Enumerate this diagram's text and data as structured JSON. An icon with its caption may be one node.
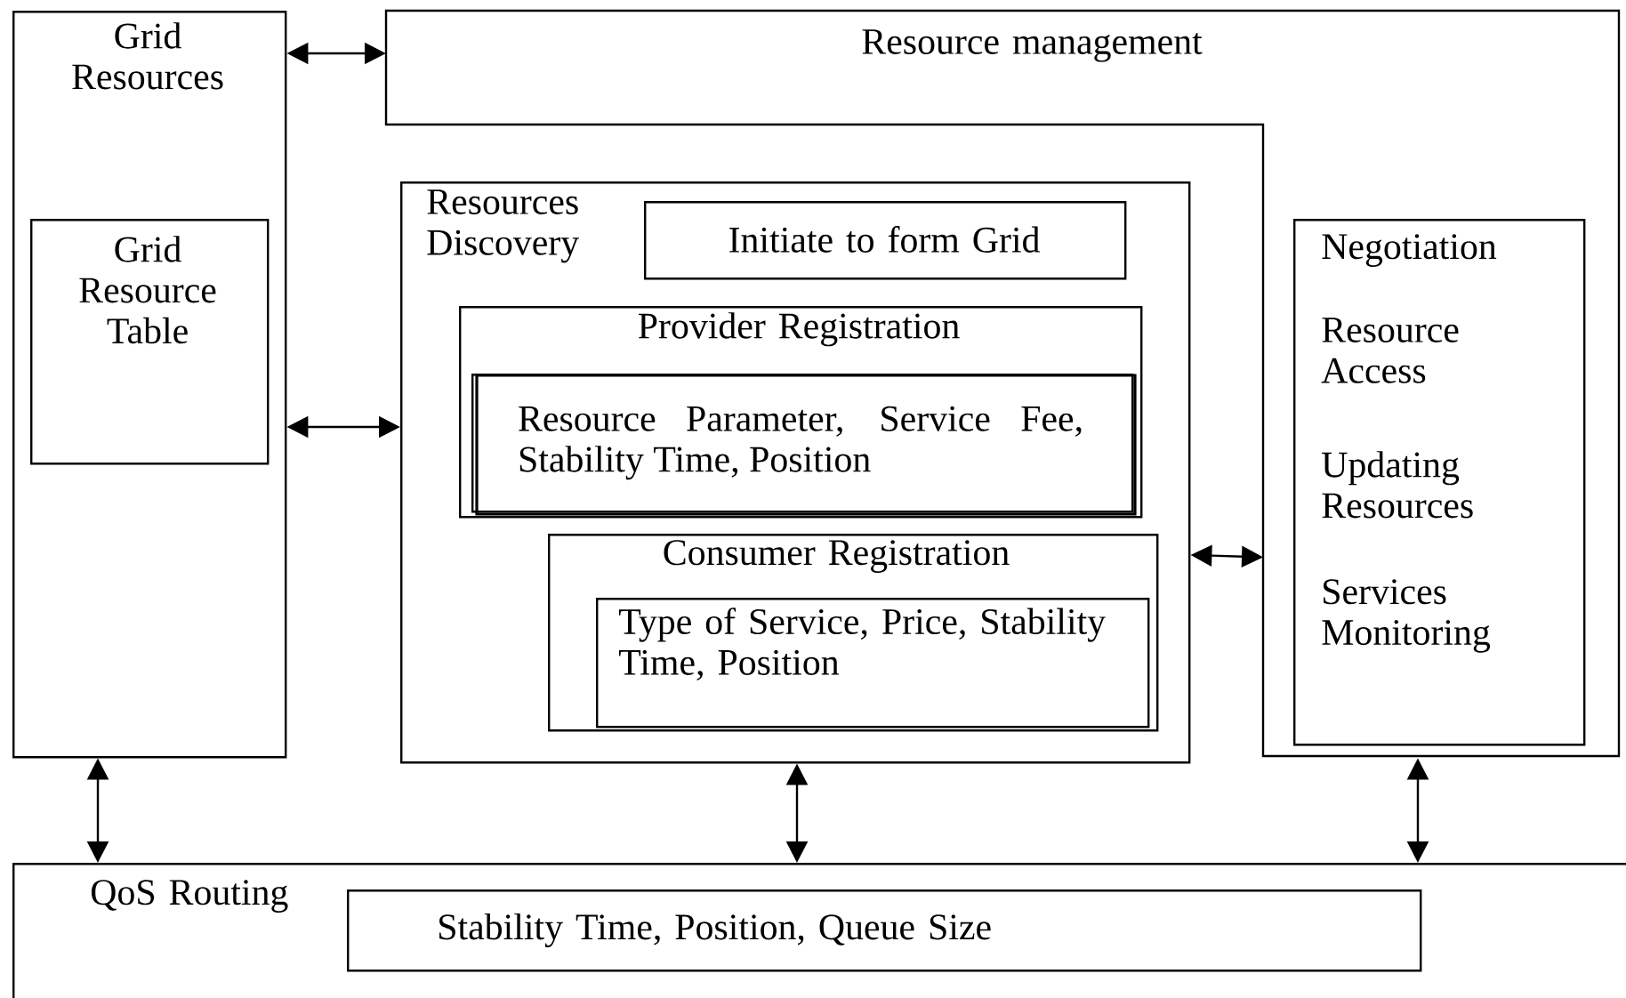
{
  "diagram": {
    "nodes": [
      {
        "text": [
          "Grid Resources"
        ]
      },
      {
        "text": [
          "Grid Resource Table"
        ],
        "in": 0
      },
      {
        "text": [
          "Resource management"
        ]
      },
      {
        "text": [
          "Resources Discovery"
        ]
      },
      {
        "text": [
          "Initiate to form Grid"
        ],
        "in": 3
      },
      {
        "text": [
          "Provider Registration"
        ],
        "in": 3
      },
      {
        "text": [
          "Resource Parameter, Service Fee, Stability Time, Position"
        ],
        "in": 5
      },
      {
        "text": [
          "Consumer Registration"
        ],
        "in": 3
      },
      {
        "text": [
          "Type of Service, Price, Stability Time, Position"
        ],
        "in": 7
      },
      {
        "text": [
          "Negotiation",
          "Resource Access",
          "Updating Resources",
          "Services Monitoring"
        ],
        "in": 2
      },
      {
        "text": [
          "QoS Routing"
        ]
      },
      {
        "text": [
          "Stability Time, Position, Queue Size"
        ],
        "in": 10
      }
    ],
    "edges": [
      {
        "from": 0,
        "to": 2,
        "arrow": "both"
      },
      {
        "from": 0,
        "to": 3,
        "arrow": "both"
      },
      {
        "from": 3,
        "to": 2,
        "arrow": "both"
      },
      {
        "from": 0,
        "to": 10,
        "arrow": "both"
      },
      {
        "from": 3,
        "to": 10,
        "arrow": "both"
      },
      {
        "from": 2,
        "to": 10,
        "arrow": "both"
      }
    ]
  }
}
